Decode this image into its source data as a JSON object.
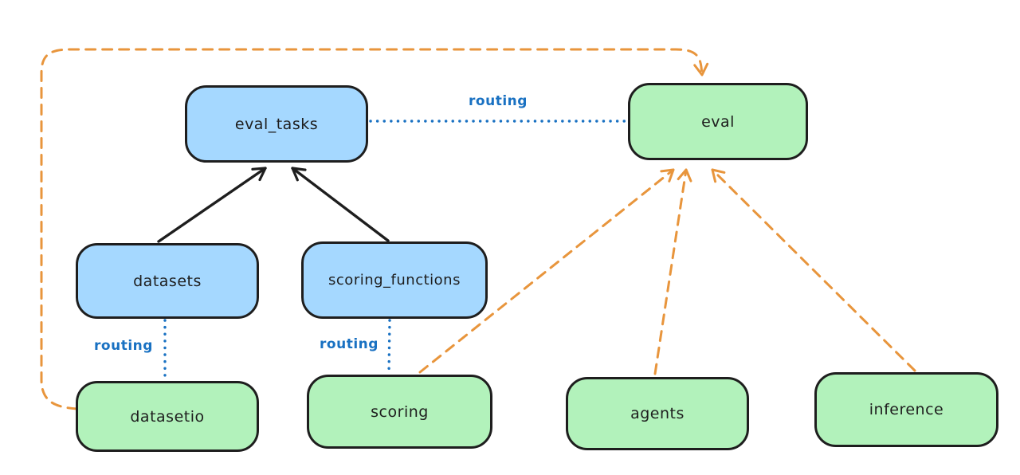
{
  "colors": {
    "background": "#ffffff",
    "node-border": "#1e1e1e",
    "blue-fill": "#a5d8ff",
    "green-fill": "#b2f2bb",
    "routing-blue": "#1971c2",
    "arrow-black": "#1e1e1e",
    "arrow-orange": "#e8953c",
    "text-color": "#1e1e1e"
  },
  "diagram": {
    "nodes": [
      {
        "id": "eval_tasks",
        "label": "eval_tasks",
        "fill": "blue"
      },
      {
        "id": "eval",
        "label": "eval",
        "fill": "green"
      },
      {
        "id": "datasets",
        "label": "datasets",
        "fill": "blue"
      },
      {
        "id": "scoring_functions",
        "label": "scoring_functions",
        "fill": "blue"
      },
      {
        "id": "datasetio",
        "label": "datasetio",
        "fill": "green"
      },
      {
        "id": "scoring",
        "label": "scoring",
        "fill": "green"
      },
      {
        "id": "agents",
        "label": "agents",
        "fill": "green"
      },
      {
        "id": "inference",
        "label": "inference",
        "fill": "green"
      }
    ],
    "edges": [
      {
        "from": "datasets",
        "to": "eval_tasks",
        "style": "solid",
        "color": "black",
        "arrowhead": true,
        "label": ""
      },
      {
        "from": "scoring_functions",
        "to": "eval_tasks",
        "style": "solid",
        "color": "black",
        "arrowhead": true,
        "label": ""
      },
      {
        "from": "eval_tasks",
        "to": "eval",
        "style": "dotted",
        "color": "blue",
        "arrowhead": false,
        "label": "routing"
      },
      {
        "from": "datasets",
        "to": "datasetio",
        "style": "dotted",
        "color": "blue",
        "arrowhead": false,
        "label": "routing"
      },
      {
        "from": "scoring_functions",
        "to": "scoring",
        "style": "dotted",
        "color": "blue",
        "arrowhead": false,
        "label": "routing"
      },
      {
        "from": "datasetio",
        "to": "eval",
        "style": "dashed",
        "color": "orange",
        "arrowhead": true,
        "label": ""
      },
      {
        "from": "scoring",
        "to": "eval",
        "style": "dashed",
        "color": "orange",
        "arrowhead": true,
        "label": ""
      },
      {
        "from": "agents",
        "to": "eval",
        "style": "dashed",
        "color": "orange",
        "arrowhead": true,
        "label": ""
      },
      {
        "from": "inference",
        "to": "eval",
        "style": "dashed",
        "color": "orange",
        "arrowhead": true,
        "label": ""
      }
    ]
  }
}
